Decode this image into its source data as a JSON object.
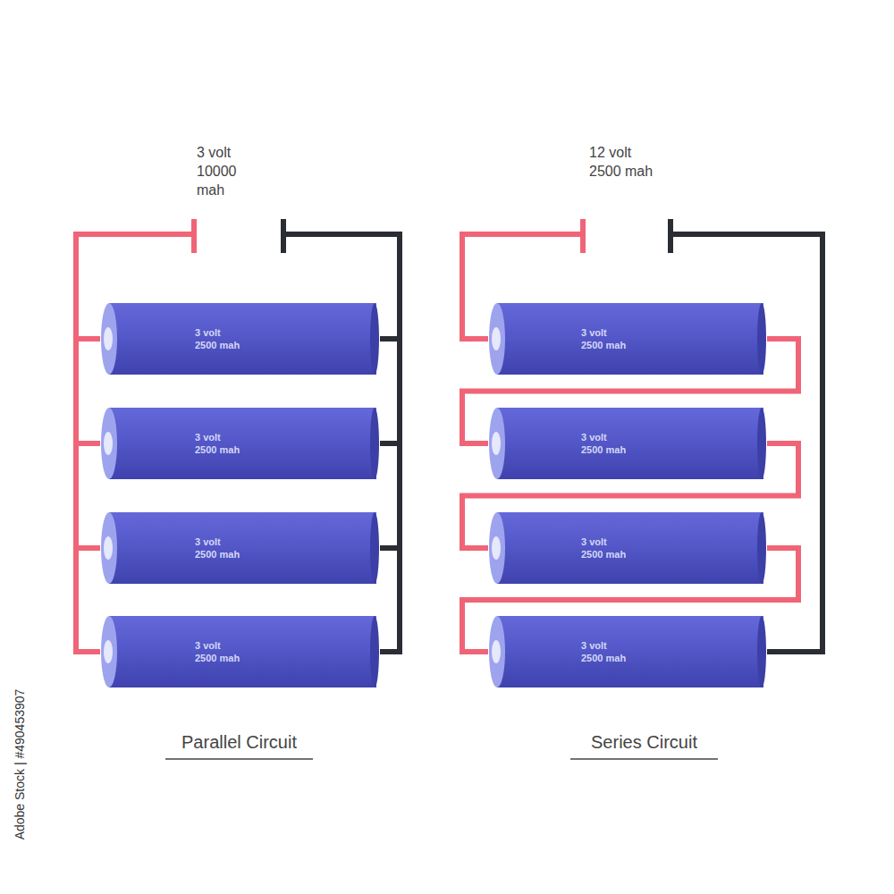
{
  "diagram": {
    "nodes": [
      {
        "text": [
          "3 volt 2500 mah"
        ]
      },
      {
        "text": [
          "3 volt 2500 mah"
        ]
      },
      {
        "text": [
          "3 volt 2500 mah"
        ]
      },
      {
        "text": [
          "3 volt 2500 mah"
        ]
      },
      {
        "text": [
          "3 volt 2500 mah"
        ]
      },
      {
        "text": [
          "3 volt 2500 mah"
        ]
      },
      {
        "text": [
          "3 volt 2500 mah"
        ]
      },
      {
        "text": [
          "3 volt 2500 mah"
        ]
      }
    ],
    "edges": [
      {
        "from": 0,
        "to": 1,
        "arrow": "none"
      },
      {
        "from": 1,
        "to": 2,
        "arrow": "none"
      },
      {
        "from": 2,
        "to": 3,
        "arrow": "none"
      },
      {
        "from": 0,
        "to": 1,
        "arrow": "none"
      },
      {
        "from": 1,
        "to": 2,
        "arrow": "none"
      },
      {
        "from": 2,
        "to": 3,
        "arrow": "none"
      },
      {
        "from": 4,
        "to": 5,
        "arrow": "none"
      },
      {
        "from": 5,
        "to": 6,
        "arrow": "none"
      },
      {
        "from": 6,
        "to": 7,
        "arrow": "none"
      }
    ],
    "labels": [
      "3 volt 10000 mah",
      "12 volt 2500 mah",
      "Parallel Circuit",
      "Series Circuit",
      "Adobe Stock | #490453907"
    ]
  }
}
